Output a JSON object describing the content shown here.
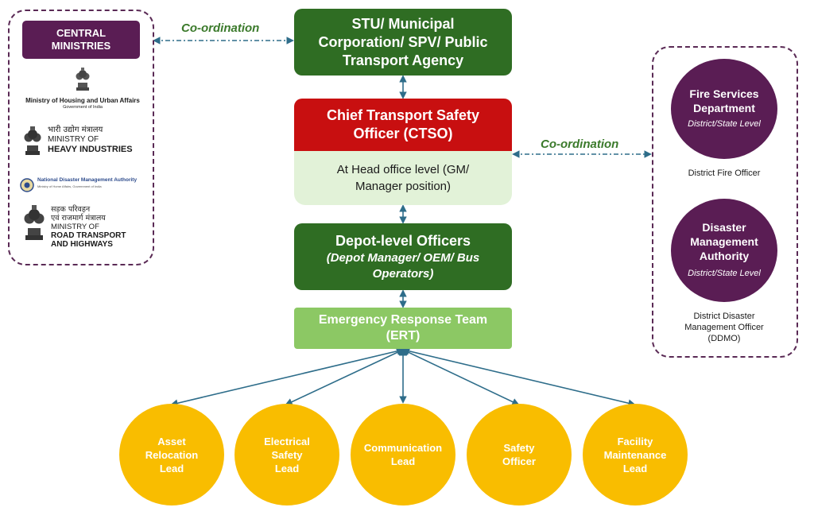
{
  "central": {
    "header": "CENTRAL MINISTRIES",
    "logos": [
      {
        "title": "Ministry of Housing and Urban Affairs",
        "subtitle": "Government of India",
        "icon": "ashoka-emblem-icon"
      },
      {
        "hindi": "भारी उद्योग मंत्रालय",
        "line1": "MINISTRY OF",
        "line2": "HEAVY INDUSTRIES",
        "icon": "ashoka-emblem-icon"
      },
      {
        "title": "National Disaster Management Authority",
        "subtitle": "Ministry of Home Affairs, Government of India",
        "icon": "ndma-seal-icon"
      },
      {
        "hindi1": "सड़क परिवहन",
        "hindi2": "एवं राजमार्ग मंत्रालय",
        "line1": "MINISTRY OF",
        "line2": "ROAD TRANSPORT",
        "line3": "AND HIGHWAYS",
        "icon": "ashoka-emblem-icon"
      }
    ]
  },
  "coordination": {
    "left": "Co-ordination",
    "right": "Co-ordination"
  },
  "stu_box": {
    "line1": "STU/ Municipal",
    "line2": "Corporation/ SPV/ Public",
    "line3": "Transport Agency"
  },
  "ctso": {
    "line1": "Chief Transport Safety",
    "line2": "Officer (CTSO)",
    "sub1": "At Head office level (GM/",
    "sub2": "Manager position)"
  },
  "depot": {
    "title": "Depot-level Officers",
    "sub1": "(Depot Manager/ OEM/ Bus",
    "sub2": "Operators)"
  },
  "ert": {
    "line1": "Emergency Response Team",
    "line2": "(ERT)"
  },
  "right_agencies": [
    {
      "line1": "Fire Services",
      "line2": "Department",
      "line3": "",
      "level": "District/State Level",
      "note1": "District Fire Officer",
      "note2": "",
      "note3": ""
    },
    {
      "line1": "Disaster",
      "line2": "Management",
      "line3": "Authority",
      "level": "District/State Level",
      "note1": "District Disaster",
      "note2": "Management Officer",
      "note3": "(DDMO)"
    }
  ],
  "leads": [
    {
      "line1": "Asset",
      "line2": "Relocation",
      "line3": "Lead"
    },
    {
      "line1": "Electrical",
      "line2": "Safety",
      "line3": "Lead"
    },
    {
      "line1": "Communication",
      "line2": "Lead",
      "line3": ""
    },
    {
      "line1": "Safety",
      "line2": "Officer",
      "line3": ""
    },
    {
      "line1": "Facility",
      "line2": "Maintenance",
      "line3": "Lead"
    }
  ],
  "colors": {
    "dark_green": "#2f6d23",
    "red": "#c80f10",
    "pale_green": "#e2f2d8",
    "light_green": "#8cc864",
    "purple": "#5a1d54",
    "yellow": "#f9bd00",
    "connector_blue": "#2e6d8a",
    "coordination_green": "#3b7a2b"
  }
}
